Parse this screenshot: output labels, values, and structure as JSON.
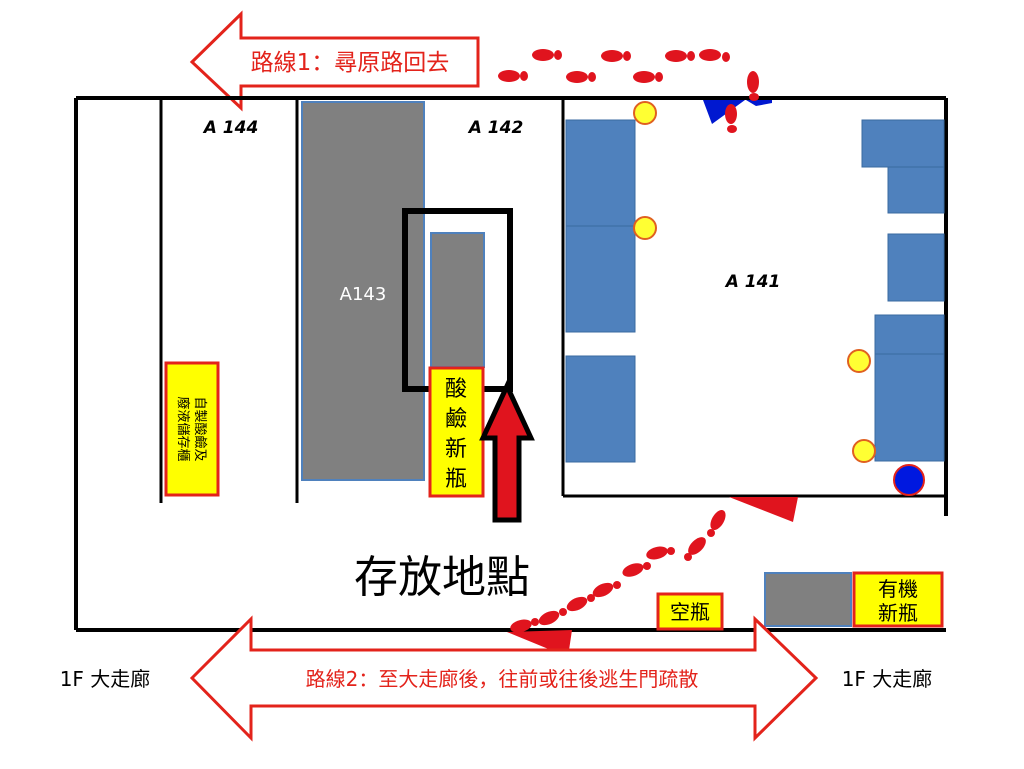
{
  "routes": {
    "route1": "路線1：尋原路回去",
    "route2": "路線2：至大走廊後，往前或往後逃生門疏散"
  },
  "rooms": {
    "a144": "A 144",
    "a142": "A 142",
    "a143": "A143",
    "a141": "A 141"
  },
  "labels": {
    "self_made_storage": [
      "自製酸鹼及",
      "廢液儲存櫃"
    ],
    "acid_base_new_bottles": [
      "酸",
      "鹼",
      "新",
      "瓶"
    ],
    "storage_location": "存放地點",
    "empty_bottles": "空瓶",
    "organic_new_bottles": [
      "有機",
      "新瓶"
    ],
    "corridor_left": "1F 大走廊",
    "corridor_right": "1F 大走廊"
  },
  "colors": {
    "route_arrow_stroke": "#e3231b",
    "wall": "#000000",
    "cabinet_gray": "#808080",
    "bench_blue": "#4f81bd",
    "label_yellow": "#ffff00",
    "label_border": "#e3231b",
    "marker_red": "#e0141e",
    "circle_yellow": "#ffff33",
    "circle_stroke": "#e06020",
    "door_blue": "#0018d0",
    "dot_blue": "#0018e0"
  }
}
